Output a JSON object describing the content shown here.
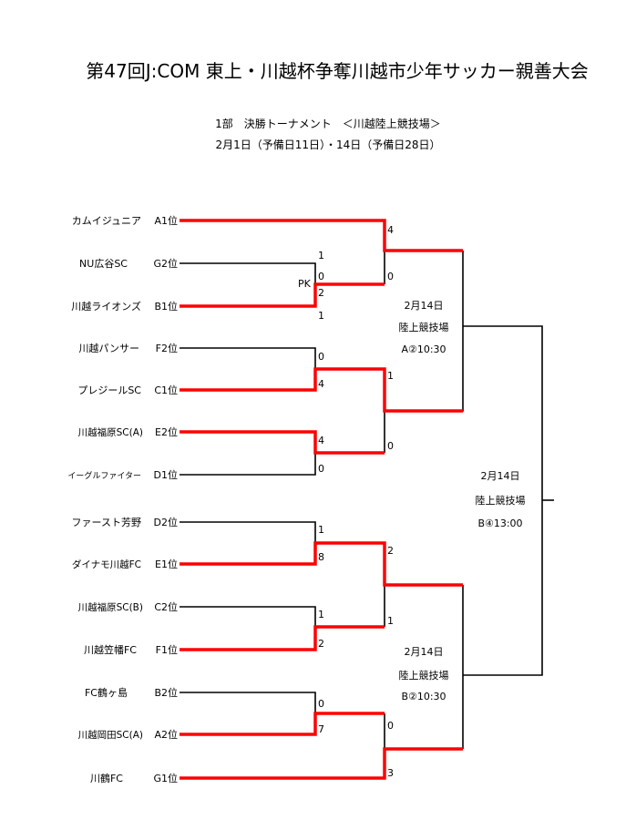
{
  "title": "第47回J:COM 東上・川越杯争奪川越市少年サッカー親善大会",
  "subtitle1": "1部　決勝トーナメント　＜川越陸上競技場＞",
  "subtitle2": "2月1日（予備日11日）・14日（予備日28日）",
  "teams": [
    {
      "name": "カムイジュニア",
      "rank": "A1位"
    },
    {
      "name": "NU広谷SC",
      "rank": "G2位"
    },
    {
      "name": "川越ライオンズ",
      "rank": "B1位"
    },
    {
      "name": "川越パンサー",
      "rank": "F2位"
    },
    {
      "name": "プレジールSC",
      "rank": "C1位"
    },
    {
      "name": "川越福原SC(A)",
      "rank": "E2位"
    },
    {
      "name": "イーグルファイター",
      "rank": "D1位"
    },
    {
      "name": "ファースト芳野",
      "rank": "D2位"
    },
    {
      "name": "ダイナモ川越FC",
      "rank": "E1位"
    },
    {
      "name": "川越福原SC(B)",
      "rank": "C2位"
    },
    {
      "name": "川越笠幡FC",
      "rank": "F1位"
    },
    {
      "name": "FC鶴ヶ島",
      "rank": "B2位"
    },
    {
      "name": "川越岡田SC(A)",
      "rank": "A2位"
    },
    {
      "name": "川鶴FC",
      "rank": "G1位"
    }
  ],
  "scores": {
    "r1_m1": [
      "1",
      "0",
      "2",
      "1"
    ],
    "r1_m1_pk_label": "PK",
    "r1_m2": [
      "0",
      "4"
    ],
    "r1_m3": [
      "4",
      "0"
    ],
    "r1_m4": [
      "1",
      "8"
    ],
    "r1_m5": [
      "1",
      "2"
    ],
    "r1_m6": [
      "0",
      "7"
    ],
    "r2_m1": [
      "4",
      "0"
    ],
    "r2_m2": [
      "1",
      "0"
    ],
    "r2_m3": [
      "2",
      "1"
    ],
    "r2_m4": [
      "0",
      "3"
    ]
  },
  "venues": {
    "semi_a": [
      "2月14日",
      "陸上競技場",
      "A②10:30"
    ],
    "semi_b": [
      "2月14日",
      "陸上競技場",
      "B②10:30"
    ],
    "final": [
      "2月14日",
      "陸上競技場",
      "B④13:00"
    ]
  },
  "colors": {
    "winner_line": "#ff0000",
    "line": "#000000"
  }
}
